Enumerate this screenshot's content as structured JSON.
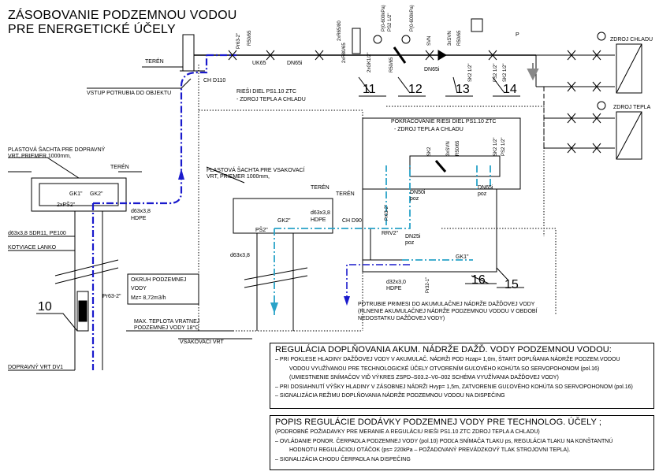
{
  "title": {
    "line1": "ZÁSOBOVANIE PODZEMNOU VODOU",
    "line2": "PRE ENERGETICKÉ ÚČELY"
  },
  "labels": {
    "teren": "TERÉN",
    "vstup": "VSTUP POTRUBIA DO OBJEKTU",
    "ch_d110": "CH D110",
    "uk65": "UK65",
    "r50_65": "R50/65",
    "pr63": "Pr63-2\"",
    "dn65i": "DN65i",
    "riesi1": "RIEŠI DIEL PS1.10 ZTC",
    "riesi2": "- ZDROJ TEPLA A CHLADU",
    "r80": "2xR80/65",
    "r65_80": "2xR65/80",
    "gk16": "2xGK1/2\"",
    "ps2": "PS2 1/2\"",
    "p600a": "P(0-600kPa)",
    "p600b": "P(0-600kPa)",
    "svn": "SVN",
    "svn2": "3xSVN",
    "dn65i2": "DN65i",
    "sk2": "SK2 1/2\"",
    "ps2b": "PS2 1/2\"",
    "pmark": "P",
    "zdroj_chladu": "ZDROJ CHLADU",
    "zdroj_tepla": "ZDROJ TEPLA",
    "pokr1": "POKRAČOVANIE RIEŠI DIEL PS1.10 ZTC",
    "pokr2": "- ZDROJ TEPLA A CHLADU",
    "plast_doprav1": "PLASTOVÁ ŠACHTA PRE DOPRAVNÝ",
    "plast_doprav2": "VRT, PRIEMER 1000mm,",
    "gk1": "GK1\"",
    "gk2": "GK2\"",
    "ps2x": "2xPŠ2\"",
    "d63": "d63x3,8",
    "hdpe": "HDPE",
    "d63sdr": "d63x3,8 SDR11, PE100",
    "kotvacie": "KOTVIACE LANKO",
    "okruh1": "OKRUH PODZEMNEJ",
    "okruh2": "VODY",
    "okruh3": "Mz= 8,72m3/h",
    "pr63b": "Pr63-2\"",
    "max1": "MAX. TEPLOTA VRATNEJ",
    "max2": "PODZEMNEJ VODY 18°C",
    "doprav_vrt": "DOPRAVNÝ VRT DV1",
    "plast_vsak1": "PLASTOVÁ ŠACHTA PRE VSAKOVACÍ",
    "plast_vsak2": "VRT, PRIEMER 1000mm,",
    "gk2b": "GK2\"",
    "ps2c": "PŠ2\"",
    "d63b": "d63x3,8",
    "hdpe2": "HDPE",
    "d63c": "d63x3,8",
    "vsak_vrt": "VSAKOVACÍ VRT",
    "ch_d90": "CH D90",
    "pr63c": "Pr63-2\"",
    "rrv": "RRV2\"",
    "dn50": "DN50i",
    "poz1": "poz",
    "dn25": "DN25i",
    "poz2": "poz",
    "dn65i3": "DN65i",
    "poz3": "poz",
    "gk1b": "GK1\"",
    "d32": "d32x3,0",
    "hdpe3": "HDPE",
    "pr32": "Pr32-1\"",
    "sk2b": "SK2",
    "svnb": "3xSVN",
    "r50b": "R50/65",
    "sk2c": "SK2 1/2\"",
    "ps2d": "PS2 1/2\"",
    "prim1": "POTRUBIE PRIMESI DO AKUMULAČNEJ NÁDRŽE DAŽĎOVEJ VODY",
    "prim2": "(PLNENIE AKUMULAČNEJ NÁDRŽE PODZEMNOU VODOU V OBDOBÍ",
    "prim3": "NEDOSTATKU DAŽĎOVEJ VODY)"
  },
  "callouts": {
    "n10": "10",
    "n11": "11",
    "n12": "12",
    "n13": "13",
    "n14": "14",
    "n15": "15",
    "n16": "16"
  },
  "box1": {
    "heading": "REGULÁCIA DOPLŇOVANIA AKUM. NÁDRŽE DAŽĎ. VODY PODZEMNOU VODOU:",
    "lines": [
      "– PRI POKLESE HLADINY DAŽĎOVEJ VODY V AKUMULAČ. NÁDRŽI POD Hzap= 1,0m, ŠTART DOPLŇANIA NÁDRŽE PODZEM.VODOU",
      "VODOU VYUŽÍVANOU PRE TECHNOLOGICKÉ ÚČELY OTVORENÍM GUĽOVÉHO KOHÚTA SO SERVOPOHONOM (pol.16)",
      "(UMIESTNENIE SNÍMAČOV VIĎ VÝKRES ZSPD–S03.2–V0–002 SCHÉMA VYUŽÍVANIA DAŽĎOVEJ VODY)",
      "– PRI DOSIAHNUTÍ VÝŠKY HLADINY V ZÁSOBNEJ NÁDRŽI Hvyp= 1,5m, ZATVORENIE GUĽOVÉHO KOHÚTA SO SERVOPOHONOM (pol.16)",
      "– SIGNALIZÁCIA REŽIMU DOPLŇOVANIA NÁDRŽE PODZEMNOU VODOU NA DISPEČING"
    ]
  },
  "box2": {
    "heading": "POPIS REGULÁCIE DODÁVKY PODZEMNEJ VODY PRE TECHNOLOG. ÚČELY ;",
    "lines": [
      "(PODROBNÉ POŽIADAVKY PRE MERANIE A REGULÁCIU RIEŠI PS1.10 ZTC ZDROJ TEPLA A CHLADU)",
      "– OVLÁDANIE PONOR. ČERPADLA PODZEMNEJ VODY (pol.10) PODĽA SNÍMAČA TLAKU ps, REGULÁCIA TLAKU NA KONŠTANTNÚ",
      "HODNOTU REGULÁCIOU OTÁČOK (ps= 220kPa – POŽADOVANÝ PREVÁDZKOVÝ TLAK STROJOVNI TEPLA).",
      "– SIGNALIZÁCIA CHODU ČERPADLA NA DISPEČING"
    ]
  }
}
